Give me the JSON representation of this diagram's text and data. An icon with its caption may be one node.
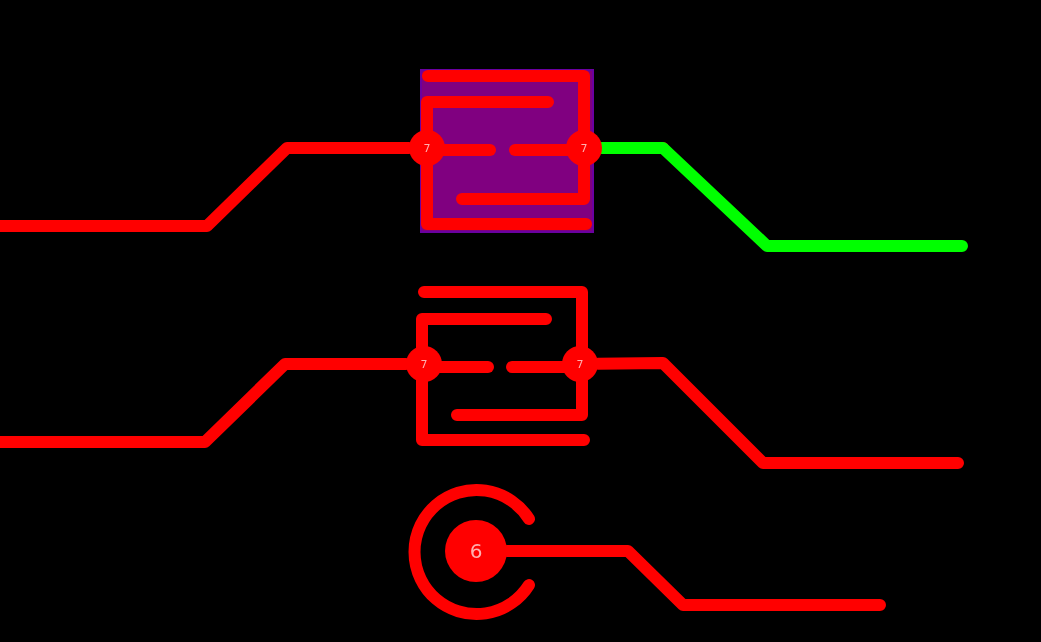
{
  "diagram": {
    "nodes": [
      {
        "text": [
          "7"
        ]
      },
      {
        "text": [
          "7"
        ]
      },
      {
        "text": [
          "7"
        ]
      },
      {
        "text": [
          "7"
        ]
      },
      {
        "text": [
          "6"
        ]
      }
    ],
    "edges": [
      {
        "from": null,
        "to": 0,
        "arrow": "none"
      },
      {
        "from": 1,
        "to": null,
        "arrow": "none",
        "color": "#00ff00"
      },
      {
        "from": null,
        "to": 2,
        "arrow": "none"
      },
      {
        "from": 3,
        "to": null,
        "arrow": "none"
      },
      {
        "from": 4,
        "to": null,
        "arrow": "none"
      }
    ]
  }
}
